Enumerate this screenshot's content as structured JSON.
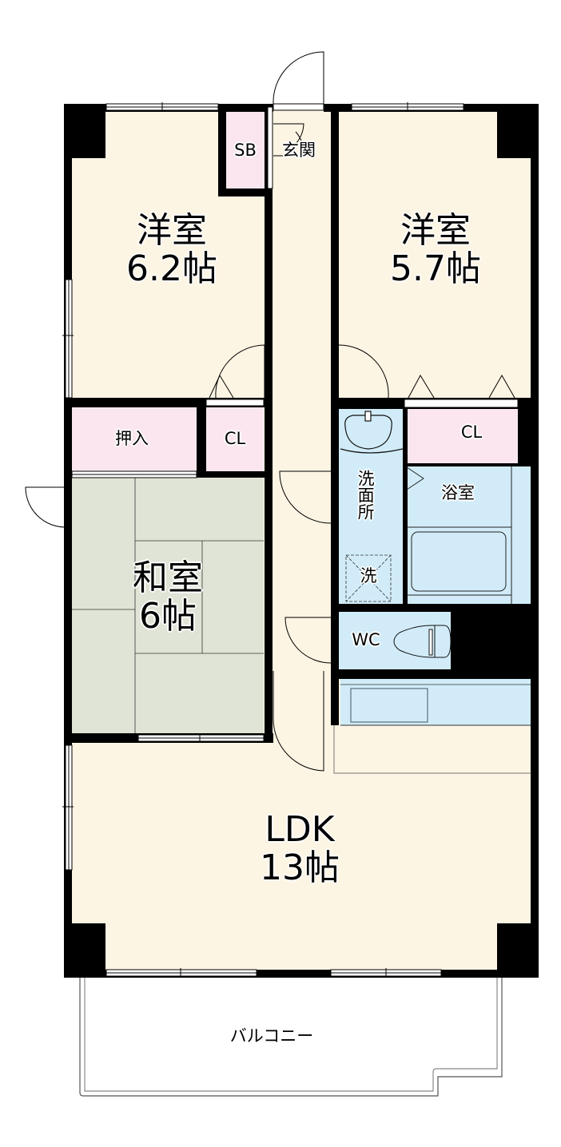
{
  "floorplan": {
    "colors": {
      "wall": "#000000",
      "room_floor": "#fdf5e3",
      "closet": "#fbe6ef",
      "wet_area": "#d1ecf8",
      "tatami": "#e0e4d6",
      "balcony": "#ffffff"
    },
    "rooms": {
      "western_room_1": {
        "name": "洋室",
        "size": "6.2帖"
      },
      "western_room_2": {
        "name": "洋室",
        "size": "5.7帖"
      },
      "japanese_room": {
        "name": "和室",
        "size": "6帖"
      },
      "ldk": {
        "name": "LDK",
        "size": "13帖"
      },
      "entrance": {
        "name": "玄関"
      },
      "shoe_box": {
        "name": "SB"
      },
      "oshiire": {
        "name": "押入"
      },
      "closet_left": {
        "name": "CL"
      },
      "closet_right": {
        "name": "CL"
      },
      "washroom": {
        "name": "洗面所"
      },
      "washer": {
        "name": "洗"
      },
      "bathroom": {
        "name": "浴室"
      },
      "toilet": {
        "name": "WC"
      },
      "balcony": {
        "name": "バルコニー"
      }
    }
  }
}
